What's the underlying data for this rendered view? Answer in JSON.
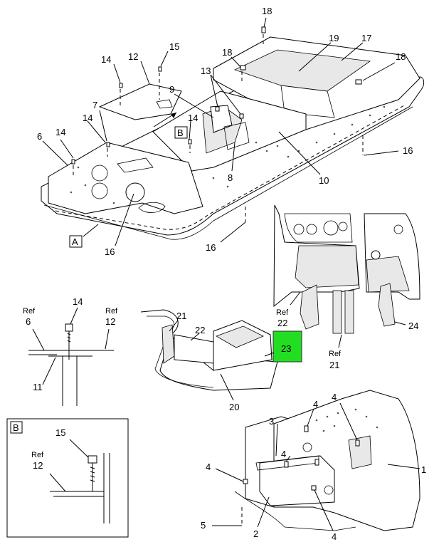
{
  "diagram": {
    "view_labels": {
      "view_a": "A",
      "view_b": "B"
    },
    "callouts_main": [
      {
        "id": "c18a",
        "text": "18"
      },
      {
        "id": "c19",
        "text": "19"
      },
      {
        "id": "c17",
        "text": "17"
      },
      {
        "id": "c18b",
        "text": "18"
      },
      {
        "id": "c18c",
        "text": "18"
      },
      {
        "id": "c14a",
        "text": "14"
      },
      {
        "id": "c12",
        "text": "12"
      },
      {
        "id": "c15",
        "text": "15"
      },
      {
        "id": "c13",
        "text": "13"
      },
      {
        "id": "c9",
        "text": "9"
      },
      {
        "id": "c7",
        "text": "7"
      },
      {
        "id": "c14b",
        "text": "14"
      },
      {
        "id": "c14c",
        "text": "14"
      },
      {
        "id": "c14d",
        "text": "14"
      },
      {
        "id": "c6",
        "text": "6"
      },
      {
        "id": "c8",
        "text": "8"
      },
      {
        "id": "c10",
        "text": "10"
      },
      {
        "id": "c16a",
        "text": "16"
      },
      {
        "id": "c16b",
        "text": "16"
      },
      {
        "id": "c16c",
        "text": "16"
      }
    ],
    "detail_left": {
      "ref6": [
        "Ref",
        "6"
      ],
      "ref12": [
        "Ref",
        "12"
      ],
      "c14": "14",
      "c11": "11"
    },
    "detail_center": {
      "c21": "21",
      "c22": "22",
      "c23": "23",
      "c20": "20"
    },
    "detail_right": {
      "ref22": [
        "Ref",
        "22"
      ],
      "ref21": [
        "Ref",
        "21"
      ],
      "c24": "24"
    },
    "detail_b": {
      "c15": "15",
      "ref12": [
        "Ref",
        "12"
      ]
    },
    "detail_bottom": {
      "c4a": "4",
      "c4b": "4",
      "c4c": "4",
      "c4d": "4",
      "c4e": "4",
      "c3": "3",
      "c1": "1",
      "c5": "5",
      "c2": "2"
    },
    "highlight_color": "#22dd22"
  }
}
